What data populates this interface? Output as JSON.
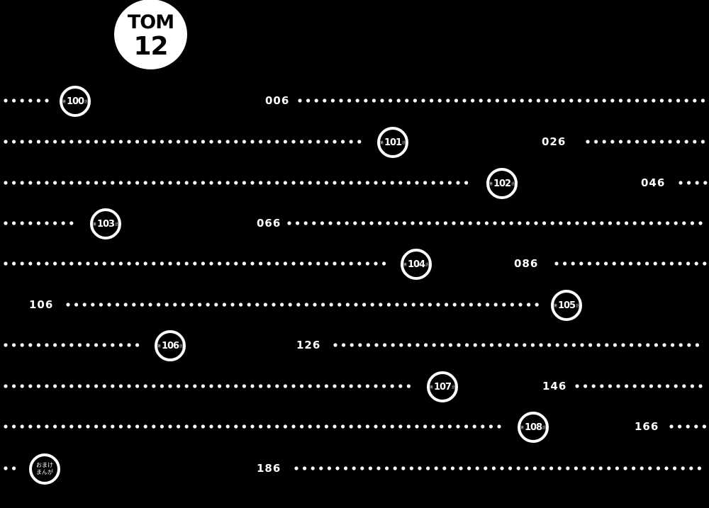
{
  "volume": {
    "label": "TOM",
    "number": "12"
  },
  "chapters": [
    {
      "prefix": "第",
      "number": "100",
      "suffix": "話",
      "page": "006"
    },
    {
      "prefix": "第",
      "number": "101",
      "suffix": "話",
      "page": "026"
    },
    {
      "prefix": "第",
      "number": "102",
      "suffix": "話",
      "page": "046"
    },
    {
      "prefix": "第",
      "number": "103",
      "suffix": "話",
      "page": "066"
    },
    {
      "prefix": "第",
      "number": "104",
      "suffix": "話",
      "page": "086"
    },
    {
      "prefix": "第",
      "number": "105",
      "suffix": "話",
      "page": "106"
    },
    {
      "prefix": "第",
      "number": "106",
      "suffix": "話",
      "page": "126"
    },
    {
      "prefix": "第",
      "number": "107",
      "suffix": "話",
      "page": "146"
    },
    {
      "prefix": "第",
      "number": "108",
      "suffix": "話",
      "page": "166"
    }
  ],
  "extra": {
    "line1": "おまけ",
    "line2": "まんが",
    "page": "186"
  }
}
